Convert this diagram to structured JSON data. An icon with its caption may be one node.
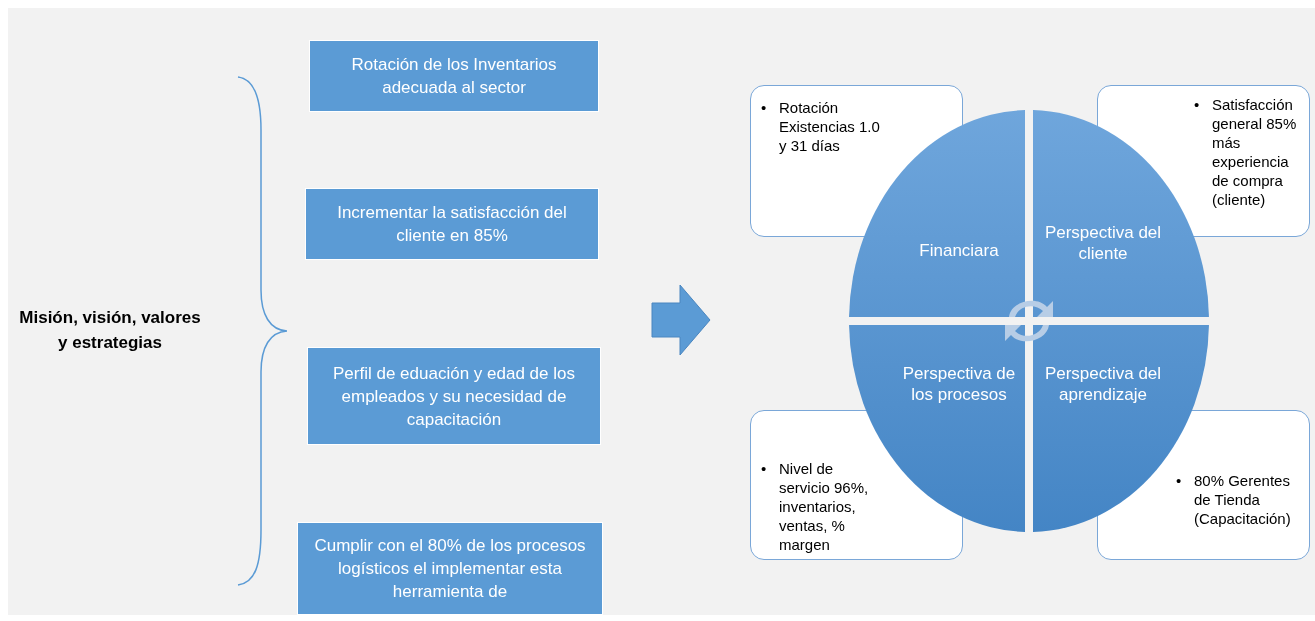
{
  "diagram": {
    "nodes": [
      {
        "text": [
          "Rotación de los Inventarios adecuada al sector"
        ]
      },
      {
        "text": [
          "Incrementar  la satisfacción del cliente en 85%"
        ]
      },
      {
        "text": [
          "Perfil de eduación y edad de los empleados y su necesidad de capacitación"
        ]
      },
      {
        "text": [
          "Cumplir con el 80% de los procesos logísticos el implementar esta herramienta de"
        ]
      },
      {
        "text": [
          "•",
          "Rotación Existencias 1.0 y 31 días"
        ]
      },
      {
        "text": [
          "•",
          "Satisfacción general 85% más experiencia de compra (cliente)"
        ]
      },
      {
        "text": [
          "Financiara"
        ]
      },
      {
        "text": [
          "Perspectiva del cliente"
        ]
      },
      {
        "text": [
          "Perspectiva de los procesos"
        ]
      },
      {
        "text": [
          "Perspectiva del aprendizaje"
        ]
      },
      {
        "text": [
          "•",
          "Nivel de servicio 96%, inventarios, ventas,  % margen"
        ]
      },
      {
        "text": [
          "•",
          "80% Gerentes de Tienda (Capacitación)"
        ]
      }
    ],
    "labels": [
      "Misión, visión, valores y estrategias"
    ]
  }
}
